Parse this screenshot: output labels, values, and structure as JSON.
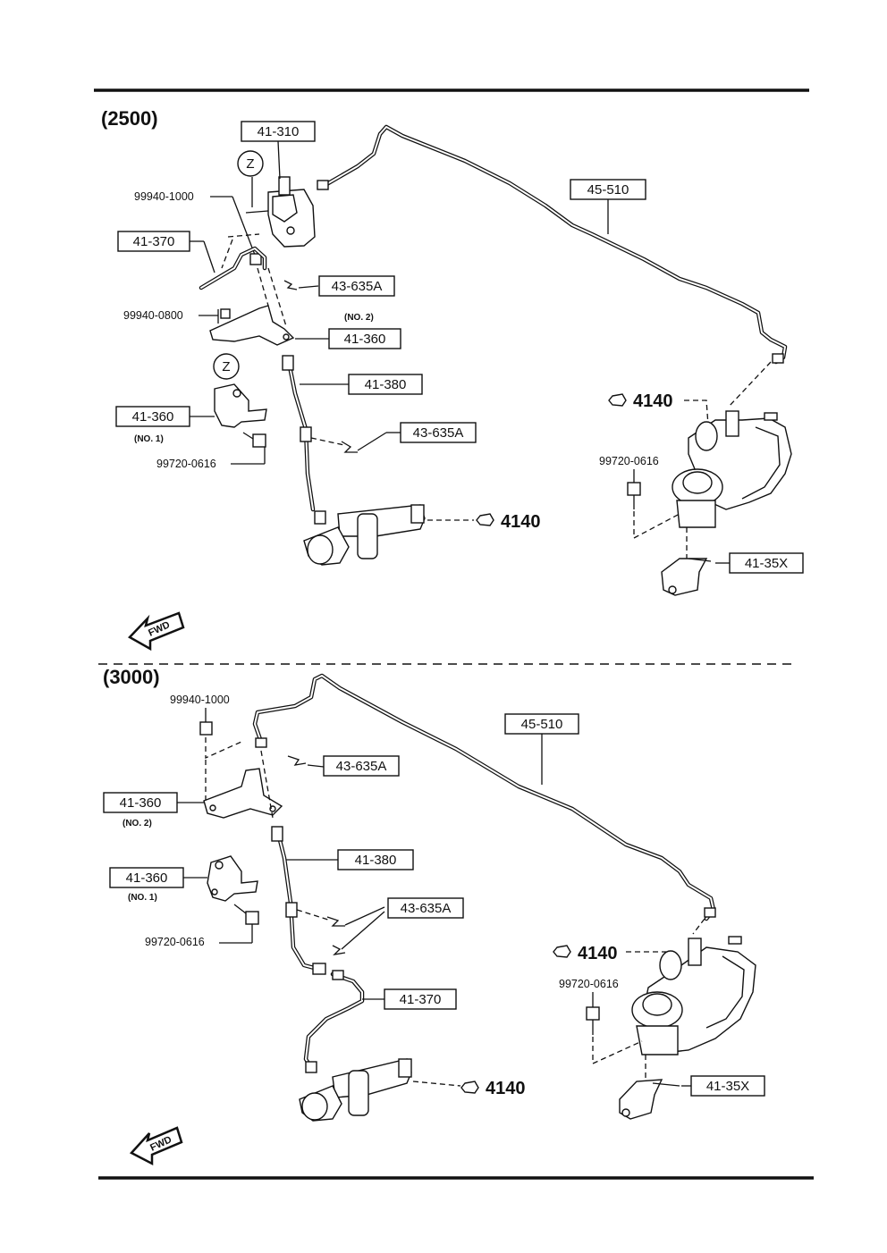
{
  "sections": [
    {
      "id": "2500",
      "title": "(2500)",
      "labels": {
        "p41_310": "41-310",
        "p99940_1000": "99940-1000",
        "p41_370": "41-370",
        "p43_635A_top": "43-635A",
        "p99940_0800": "99940-0800",
        "note_no2": "(NO. 2)",
        "p41_360_no2": "41-360",
        "p41_380": "41-380",
        "p41_360_no1": "41-360",
        "note_no1": "(NO. 1)",
        "p43_635A_mid": "43-635A",
        "p99720_0616_left": "99720-0616",
        "p45_510": "45-510",
        "ref_4140_right": "4140",
        "p99720_0616_right": "99720-0616",
        "ref_4140_bottom": "4140",
        "p41_35X": "41-35X",
        "z_marker_top": "Z",
        "z_marker_bottom": "Z",
        "fwd": "FWD"
      }
    },
    {
      "id": "3000",
      "title": "(3000)",
      "labels": {
        "p99940_1000": "99940-1000",
        "p45_510": "45-510",
        "p43_635A_top": "43-635A",
        "p41_360_no2": "41-360",
        "note_no2": "(NO. 2)",
        "p41_380": "41-380",
        "p41_360_no1": "41-360",
        "note_no1": "(NO. 1)",
        "p43_635A_mid": "43-635A",
        "p99720_0616_left": "99720-0616",
        "p41_370": "41-370",
        "ref_4140_right": "4140",
        "p99720_0616_right": "99720-0616",
        "ref_4140_bottom": "4140",
        "p41_35X": "41-35X",
        "fwd": "FWD"
      }
    }
  ]
}
